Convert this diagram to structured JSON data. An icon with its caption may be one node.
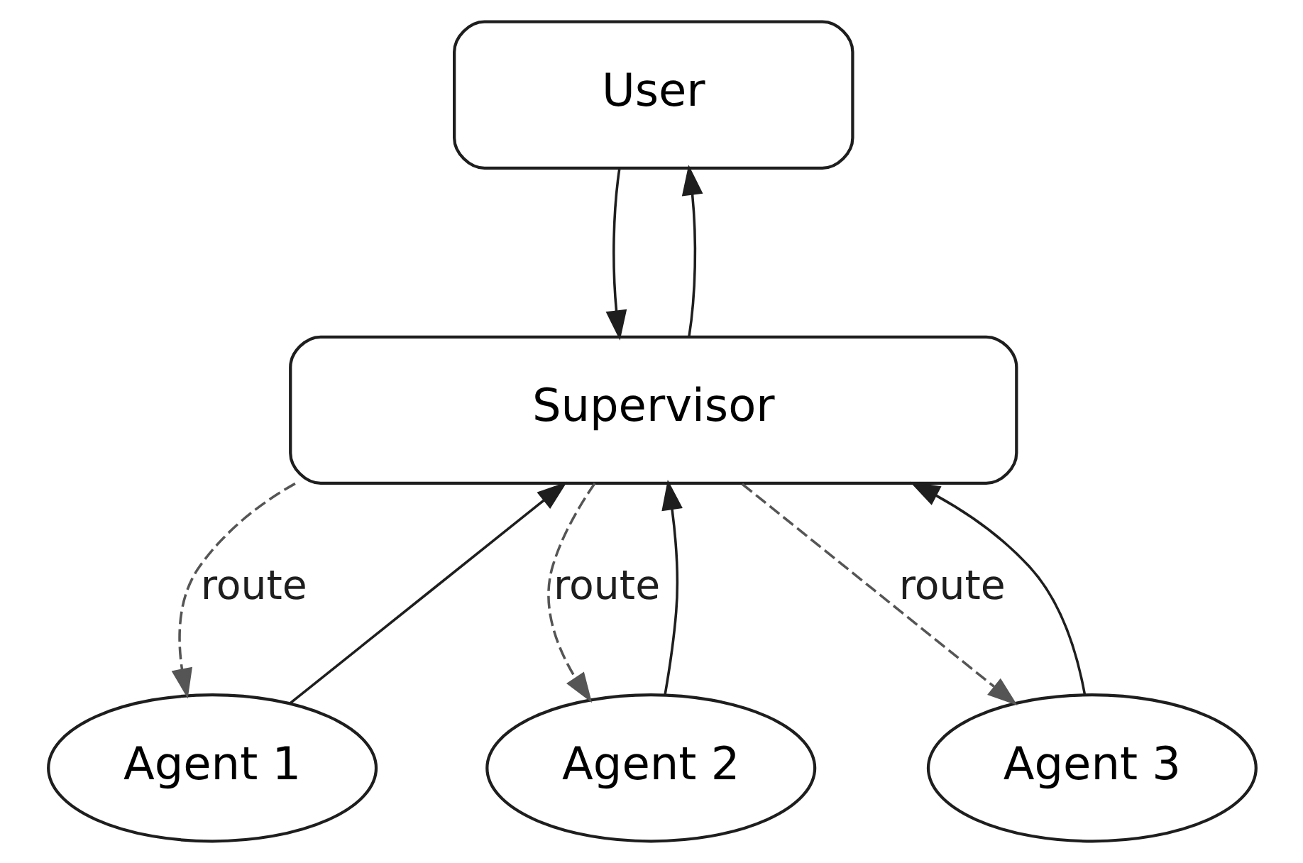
{
  "diagram": {
    "nodes": [
      {
        "text": [
          "User"
        ]
      },
      {
        "text": [
          "Supervisor"
        ]
      },
      {
        "text": [
          "Agent 1"
        ]
      },
      {
        "text": [
          "Agent 2"
        ]
      },
      {
        "text": [
          "Agent 3"
        ]
      }
    ],
    "edges": [
      {
        "from": 0,
        "to": 1,
        "arrow": "to"
      },
      {
        "from": 1,
        "to": 0,
        "arrow": "to"
      },
      {
        "from": 1,
        "to": 2,
        "arrow": "to",
        "label": "route",
        "style": "dashed",
        "color": "#555555"
      },
      {
        "from": 2,
        "to": 1,
        "arrow": "to"
      },
      {
        "from": 1,
        "to": 3,
        "arrow": "to",
        "label": "route",
        "style": "dashed",
        "color": "#555555"
      },
      {
        "from": 3,
        "to": 1,
        "arrow": "to"
      },
      {
        "from": 1,
        "to": 4,
        "arrow": "to",
        "label": "route",
        "style": "dashed",
        "color": "#555555"
      },
      {
        "from": 4,
        "to": 1,
        "arrow": "to"
      }
    ]
  }
}
